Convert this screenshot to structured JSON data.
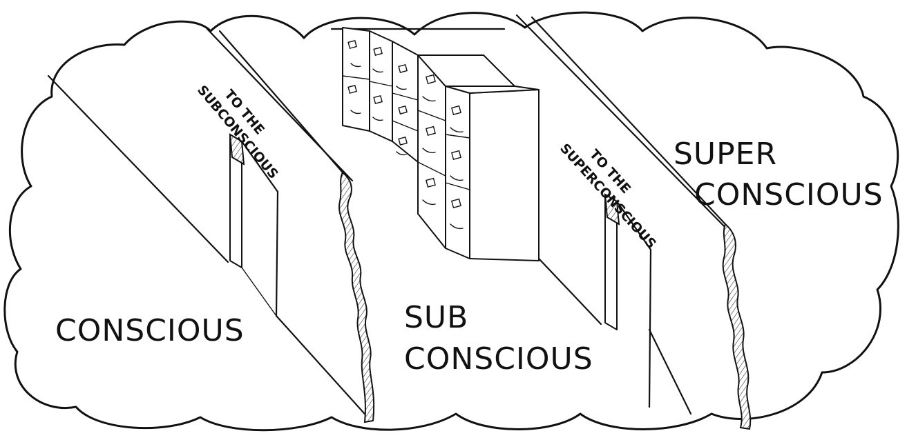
{
  "labels": {
    "conscious": "CONSCIOUS",
    "sub_line1": "SUB",
    "sub_line2": "CONSCIOUS",
    "super_line1": "SUPER",
    "super_line2": "CONSCIOUS",
    "door1_sign_line1": "TO THE",
    "door1_sign_line2": "SUBCONSCIOUS",
    "door2_sign_line1": "TO THE",
    "door2_sign_line2": "SUPERCONSCIOUS"
  }
}
